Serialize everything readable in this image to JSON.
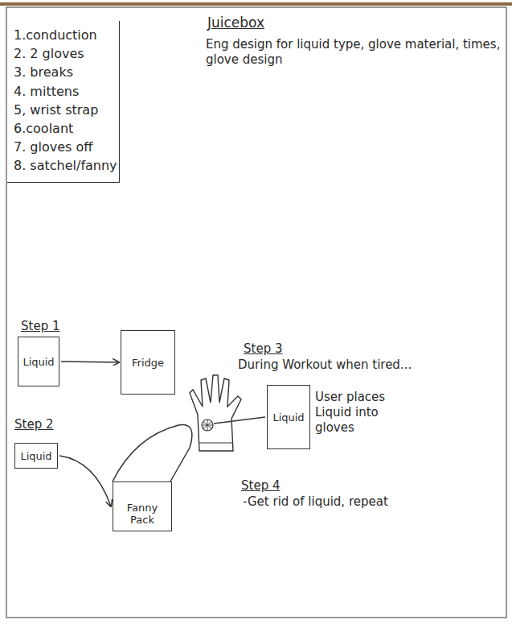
{
  "diagram": {
    "title": "Juicebox",
    "nodes": [
      {
        "text": [
          "1.conduction",
          "2. 2 gloves",
          "3. breaks",
          "4. mittens",
          "5, wrist strap",
          "6.coolant",
          "7. gloves off",
          "8. satchel/fanny"
        ]
      },
      {
        "text": [
          "Liquid"
        ]
      },
      {
        "text": [
          "Fridge"
        ]
      },
      {
        "text": [
          "Liquid"
        ]
      },
      {
        "text": [
          "Fanny Pack"
        ]
      },
      {
        "text": [
          "Liquid"
        ]
      }
    ],
    "edges": [
      {
        "from": 1,
        "to": 2,
        "arrow": "to"
      },
      {
        "from": 3,
        "to": 4,
        "arrow": "to"
      }
    ],
    "labels": [
      "Eng design for liquid type, glove material, times, glove design",
      "Step 1",
      "Step 3",
      "During Workout when tired...",
      "User places Liquid into gloves",
      "Step 2",
      "Step 4",
      "-Get rid of liquid, repeat"
    ]
  }
}
